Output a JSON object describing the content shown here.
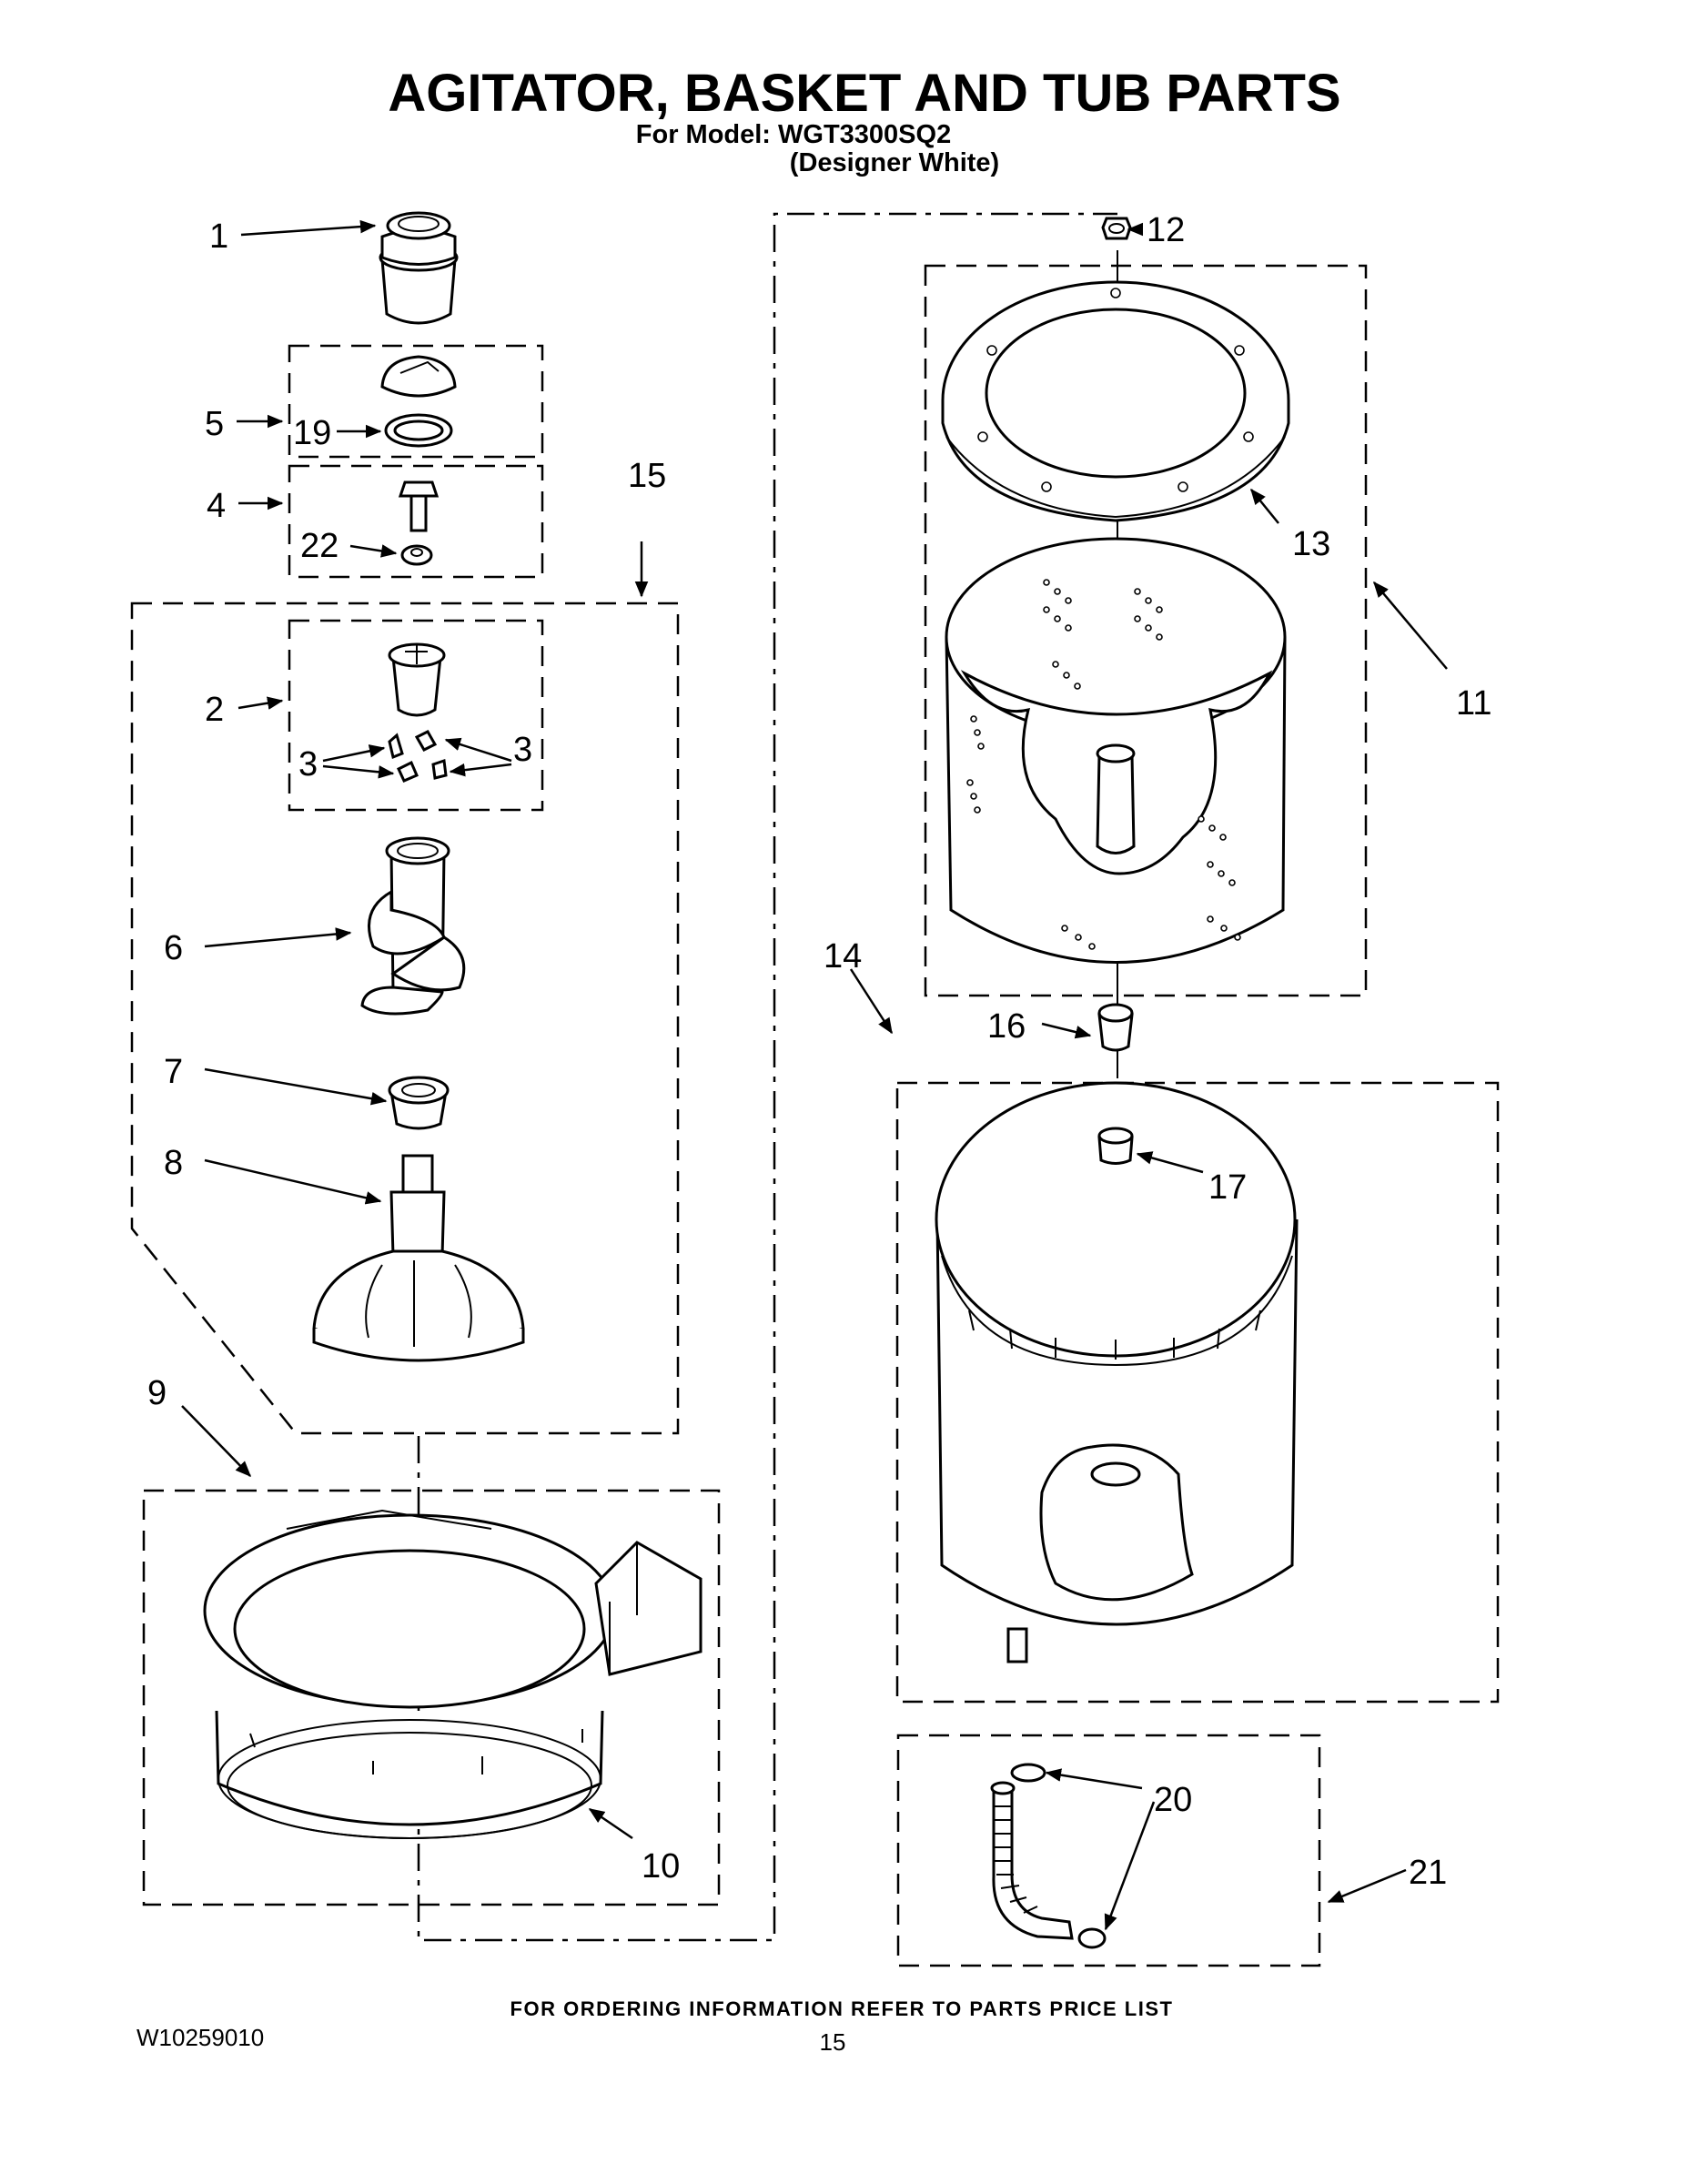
{
  "title": "AGITATOR, BASKET AND TUB PARTS",
  "model_line": "For Model: WGT3300SQ2",
  "color_line": "(Designer White)",
  "callouts": {
    "c1": "1",
    "c2": "2",
    "c3a": "3",
    "c3b": "3",
    "c4": "4",
    "c5": "5",
    "c6": "6",
    "c7": "7",
    "c8": "8",
    "c9": "9",
    "c10": "10",
    "c11": "11",
    "c12": "12",
    "c13": "13",
    "c14": "14",
    "c15": "15",
    "c16": "16",
    "c17": "17",
    "c19": "19",
    "c20": "20",
    "c21": "21",
    "c22": "22"
  },
  "footer": {
    "ordering_note": "FOR ORDERING INFORMATION REFER TO PARTS PRICE LIST",
    "doc_number": "W10259010",
    "page_number": "15"
  }
}
